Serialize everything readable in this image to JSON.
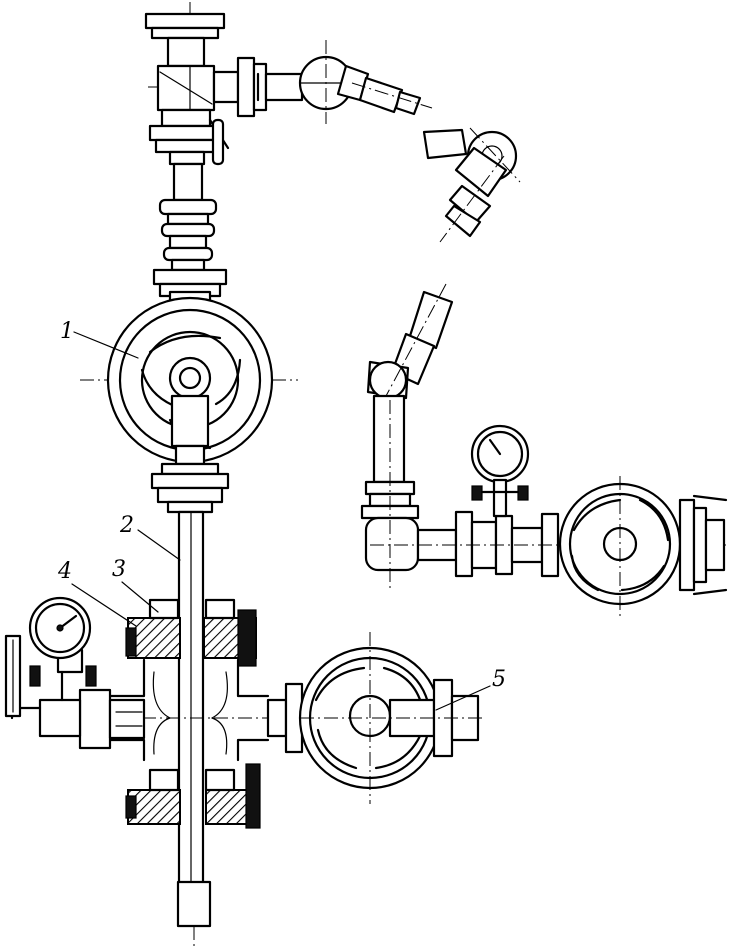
{
  "figure": {
    "callouts": [
      {
        "id": "c1",
        "label": "1"
      },
      {
        "id": "c2",
        "label": "2"
      },
      {
        "id": "c3",
        "label": "3"
      },
      {
        "id": "c4",
        "label": "4"
      },
      {
        "id": "c5",
        "label": "5"
      }
    ]
  }
}
